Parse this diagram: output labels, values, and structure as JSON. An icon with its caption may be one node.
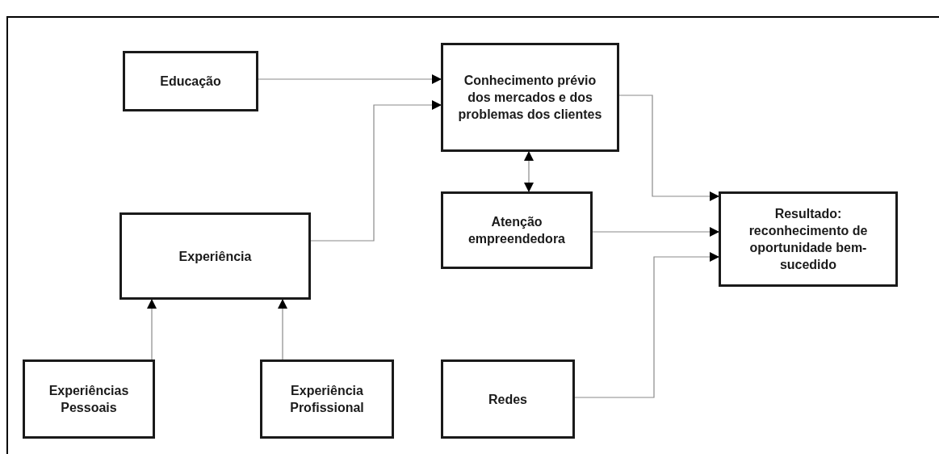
{
  "diagram": {
    "nodes": [
      {
        "text": [
          "Educação"
        ]
      },
      {
        "text": [
          "Conhecimento prévio dos mercados e dos problemas dos clientes"
        ]
      },
      {
        "text": [
          "Experiência"
        ]
      },
      {
        "text": [
          "Atenção empreendedora"
        ]
      },
      {
        "text": [
          "Resultado: reconhecimento de oportunidade bem-sucedido"
        ]
      },
      {
        "text": [
          "Experiências Pessoais"
        ]
      },
      {
        "text": [
          "Experiência Profissional"
        ]
      },
      {
        "text": [
          "Redes"
        ]
      }
    ],
    "edges": [
      {
        "from": 0,
        "to": 1,
        "arrow": "to"
      },
      {
        "from": 2,
        "to": 1,
        "arrow": "to"
      },
      {
        "from": 1,
        "to": 3,
        "arrow": "both"
      },
      {
        "from": 1,
        "to": 4,
        "arrow": "to"
      },
      {
        "from": 3,
        "to": 4,
        "arrow": "to"
      },
      {
        "from": 7,
        "to": 4,
        "arrow": "to"
      },
      {
        "from": 5,
        "to": 2,
        "arrow": "to"
      },
      {
        "from": 6,
        "to": 2,
        "arrow": "to"
      }
    ]
  }
}
